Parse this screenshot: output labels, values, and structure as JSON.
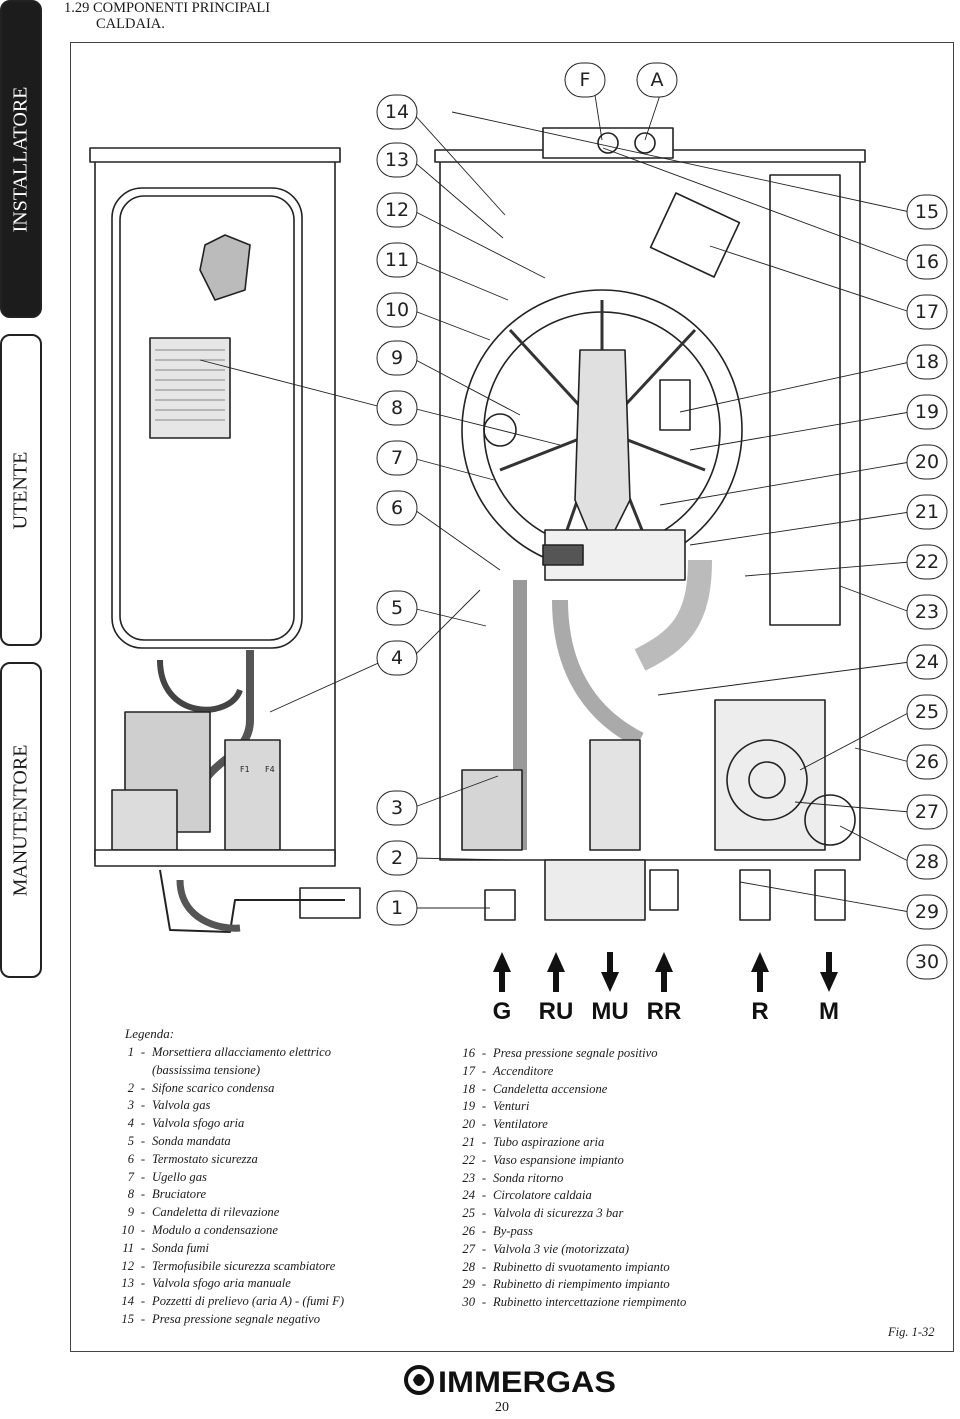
{
  "tabs": {
    "installer": "INSTALLATORE",
    "user": "UTENTE",
    "maintenance": "MANUTENTORE"
  },
  "section": {
    "number": "1.29",
    "title_line1": "COMPONENTI PRINCIPALI",
    "title_line2": "CALDAIA."
  },
  "callouts_left": [
    "14",
    "13",
    "12",
    "11",
    "10",
    "9",
    "8",
    "7",
    "6",
    "5",
    "4",
    "3",
    "2",
    "1"
  ],
  "callouts_right": [
    "15",
    "16",
    "17",
    "18",
    "19",
    "20",
    "21",
    "22",
    "23",
    "24",
    "25",
    "26",
    "27",
    "28",
    "29",
    "30"
  ],
  "sample_points": [
    "F",
    "A"
  ],
  "connections": [
    {
      "label": "G",
      "dir": "up"
    },
    {
      "label": "RU",
      "dir": "up"
    },
    {
      "label": "MU",
      "dir": "down"
    },
    {
      "label": "RR",
      "dir": "up"
    },
    {
      "label": "R",
      "dir": "up"
    },
    {
      "label": "M",
      "dir": "down"
    }
  ],
  "internal_labels": [
    "F1",
    "F4"
  ],
  "legend_title": "Legenda:",
  "legend_left": [
    {
      "n": "1",
      "text": "Morsettiera allacciamento elettrico",
      "cont": "(bassissima tensione)"
    },
    {
      "n": "2",
      "text": "Sifone scarico condensa"
    },
    {
      "n": "3",
      "text": "Valvola gas"
    },
    {
      "n": "4",
      "text": "Valvola sfogo aria"
    },
    {
      "n": "5",
      "text": "Sonda mandata"
    },
    {
      "n": "6",
      "text": "Termostato sicurezza"
    },
    {
      "n": "7",
      "text": "Ugello gas"
    },
    {
      "n": "8",
      "text": "Bruciatore"
    },
    {
      "n": "9",
      "text": "Candeletta di rilevazione"
    },
    {
      "n": "10",
      "text": "Modulo a condensazione"
    },
    {
      "n": "11",
      "text": "Sonda fumi"
    },
    {
      "n": "12",
      "text": "Termofusibile sicurezza scambiatore"
    },
    {
      "n": "13",
      "text": "Valvola sfogo aria manuale"
    },
    {
      "n": "14",
      "text": "Pozzetti di prelievo (aria A) - (fumi F)"
    },
    {
      "n": "15",
      "text": "Presa pressione segnale negativo"
    }
  ],
  "legend_right": [
    {
      "n": "16",
      "text": "Presa pressione segnale positivo"
    },
    {
      "n": "17",
      "text": "Accenditore"
    },
    {
      "n": "18",
      "text": "Candeletta accensione"
    },
    {
      "n": "19",
      "text": "Venturi"
    },
    {
      "n": "20",
      "text": "Ventilatore"
    },
    {
      "n": "21",
      "text": "Tubo aspirazione aria"
    },
    {
      "n": "22",
      "text": "Vaso espansione impianto"
    },
    {
      "n": "23",
      "text": "Sonda ritorno"
    },
    {
      "n": "24",
      "text": "Circolatore caldaia"
    },
    {
      "n": "25",
      "text": "Valvola di sicurezza 3 bar"
    },
    {
      "n": "26",
      "text": "By-pass"
    },
    {
      "n": "27",
      "text": "Valvola 3 vie (motorizzata)"
    },
    {
      "n": "28",
      "text": "Rubinetto di svuotamento impianto"
    },
    {
      "n": "29",
      "text": "Rubinetto di riempimento impianto"
    },
    {
      "n": "30",
      "text": "Rubinetto intercettazione riempimento"
    }
  ],
  "figure_label": "Fig. 1-32",
  "brand": "IMMERGAS",
  "page_number": "20"
}
